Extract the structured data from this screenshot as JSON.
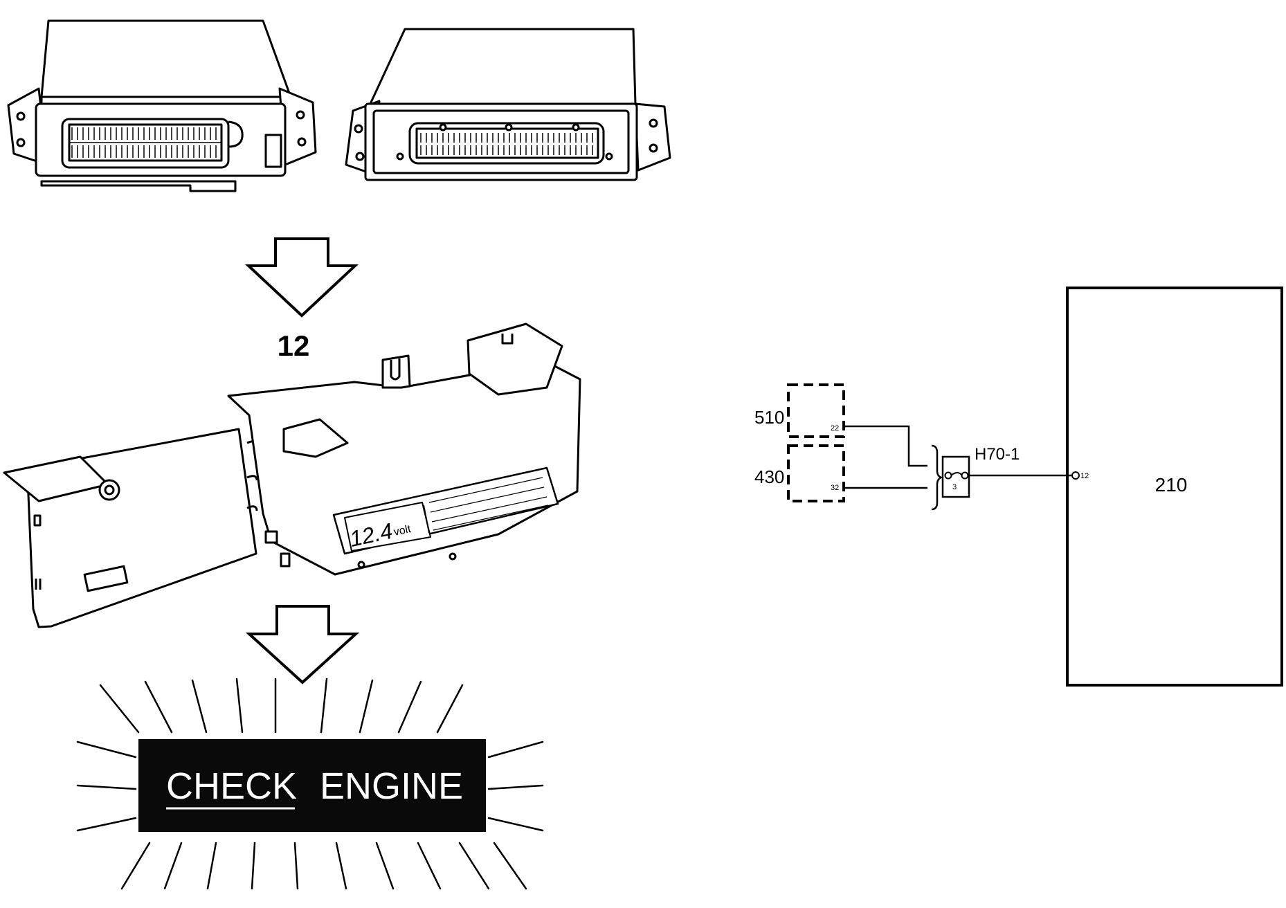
{
  "left_illustration": {
    "step_number": "12",
    "display_reading_value": "12.4",
    "display_reading_unit": "volt",
    "warning_lamp_word_1": "CHECK",
    "warning_lamp_word_2": "ENGINE"
  },
  "wiring_diagram": {
    "unit_upper": {
      "label": "510",
      "pin": "22"
    },
    "unit_lower": {
      "label": "430",
      "pin": "32"
    },
    "connector": {
      "label": "H70-1",
      "pin": "3"
    },
    "control_module": {
      "label": "210",
      "pin": "12"
    }
  },
  "colors": {
    "ink": "#000000",
    "paper": "#ffffff",
    "lamp_panel": "#0a0a0a",
    "lamp_text": "#ffffff"
  }
}
